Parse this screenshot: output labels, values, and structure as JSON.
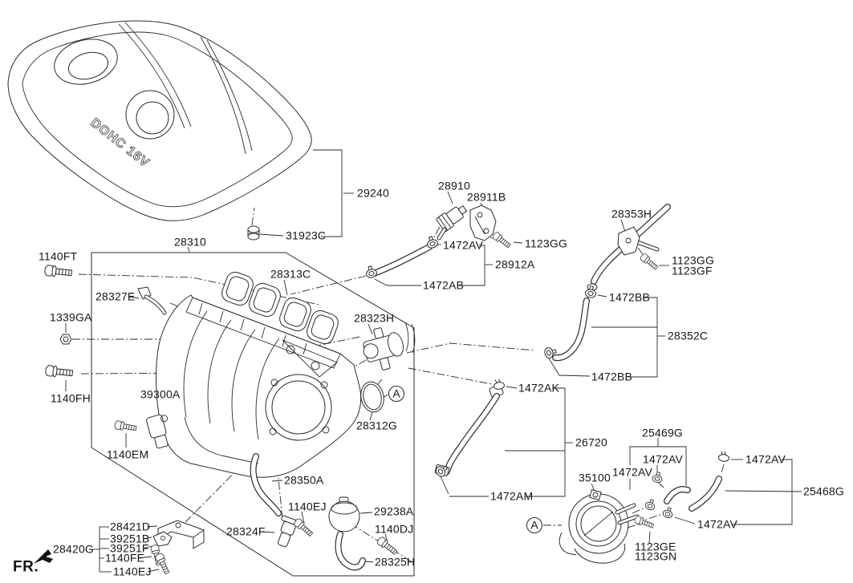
{
  "colors": {
    "background": "#ffffff",
    "line": "#2b2b2b",
    "text": "#151515"
  },
  "front_indicator": {
    "label": "FR."
  },
  "detail_markers": {
    "a1": "A",
    "a2": "A"
  },
  "engine_cover": {
    "embossed_text": "DOHC 16V",
    "cover": "29240",
    "grommet": "31923C"
  },
  "manifold": {
    "assembly": "28310",
    "gasket": "28313C",
    "vacuum_nipple": "28327E",
    "bolt_a": "1140FT",
    "nut": "1339GA",
    "bolt_b": "1140FH",
    "sensor": "39300A",
    "sensor_bolt": "1140EM"
  },
  "throttle_gasket": {
    "valve": "28323H",
    "gasket": "28312G"
  },
  "purge_line": {
    "valve": "28910",
    "bracket": "28911B",
    "bolt": "1123GG",
    "clamp_a": "1472AV",
    "hose": "28912A",
    "clamp_b": "1472AB"
  },
  "vent_line": {
    "pipe": "28353H",
    "bolt_a": "1123GG",
    "bolt_b": "1123GF",
    "clamp_top": "1472BB",
    "hose": "28352C",
    "clamp_bottom": "1472BB"
  },
  "pcv_line": {
    "clip": "1472AK",
    "hose": "26720",
    "clamp": "1472AM"
  },
  "throttle_body": {
    "body": "35100",
    "bolt_a": "1123GE",
    "bolt_b": "1123GN"
  },
  "vacuum_hoses": {
    "group": "25469G",
    "clamp_mid": "1472AV",
    "clamp_left": "1472AV",
    "clip_right": "1472AV",
    "clamp_bottom": "1472AV",
    "hose": "25468G"
  },
  "canister_line": {
    "hose_a": "28350A",
    "purge_valve": "28324F",
    "valve_bolt": "1140EJ",
    "canister": "29238A",
    "canister_bolt": "1140DJ",
    "hose_b": "28325H"
  },
  "support_bracket": {
    "group": "28420G",
    "bracket": "28421D",
    "stay_b": "39251B",
    "stay_f": "39251F",
    "bolt_a": "1140FE",
    "bolt_b": "1140EJ"
  }
}
